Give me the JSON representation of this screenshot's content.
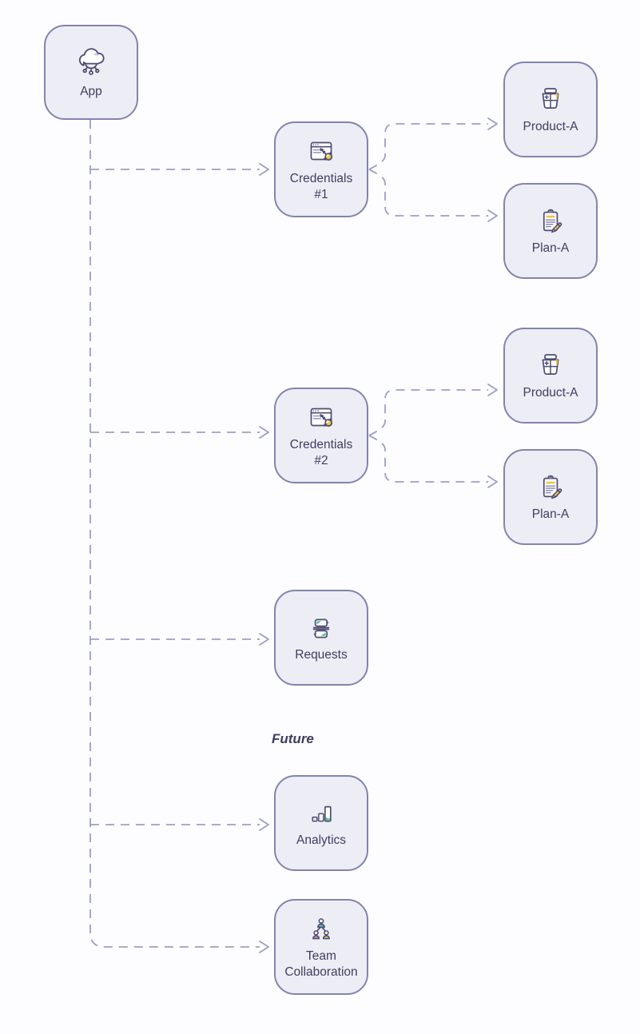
{
  "diagram": {
    "section_label": "Future",
    "colors": {
      "node_fill": "#ededf5",
      "node_border": "#8184af",
      "connector": "#9b9ec7",
      "text": "#3e3e62",
      "accent_yellow": "#f0c53e",
      "accent_teal": "#57bfa2",
      "accent_pink": "#ee8f97",
      "accent_lavender": "#c9c9e8"
    },
    "nodes": [
      {
        "id": "app",
        "label": "App",
        "icon": "cloud-network-icon"
      },
      {
        "id": "credentials-1",
        "label": "Credentials #1",
        "icon": "browser-key-icon"
      },
      {
        "id": "product-a-1",
        "label": "Product-A",
        "icon": "product-box-icon"
      },
      {
        "id": "plan-a-1",
        "label": "Plan-A",
        "icon": "clipboard-pencil-icon"
      },
      {
        "id": "credentials-2",
        "label": "Credentials #2",
        "icon": "browser-key-icon"
      },
      {
        "id": "product-a-2",
        "label": "Product-A",
        "icon": "product-box-icon"
      },
      {
        "id": "plan-a-2",
        "label": "Plan-A",
        "icon": "clipboard-pencil-icon"
      },
      {
        "id": "requests",
        "label": "Requests",
        "icon": "sync-arrows-icon"
      },
      {
        "id": "analytics",
        "label": "Analytics",
        "icon": "bar-chart-icon"
      },
      {
        "id": "team-collaboration",
        "label": "Team Collaboration",
        "icon": "team-org-icon"
      }
    ],
    "edges": [
      {
        "from": "app",
        "to": "credentials-1"
      },
      {
        "from": "app",
        "to": "credentials-2"
      },
      {
        "from": "app",
        "to": "requests"
      },
      {
        "from": "app",
        "to": "analytics"
      },
      {
        "from": "app",
        "to": "team-collaboration"
      },
      {
        "from": "credentials-1",
        "to": "product-a-1"
      },
      {
        "from": "credentials-1",
        "to": "plan-a-1"
      },
      {
        "from": "credentials-2",
        "to": "product-a-2"
      },
      {
        "from": "credentials-2",
        "to": "plan-a-2"
      }
    ]
  }
}
